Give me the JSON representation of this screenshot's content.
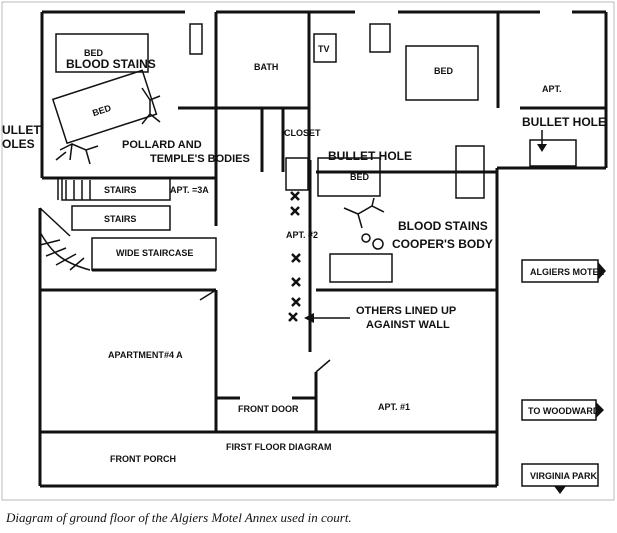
{
  "rooms": {
    "bed_top_left": "BED",
    "bed_tilted": "BED",
    "bath": "BATH",
    "tv": "TV",
    "bed_top_right": "BED",
    "apt_top_right": "APT.",
    "closet": "CLOSET",
    "bed_apt2": "BED",
    "apt3a": "APT. =3A",
    "apt2": "APT. #2",
    "apartment_4a_word": "APARTMENT",
    "apartment_4a_num": "#4 A",
    "apt1": "APT. #1",
    "front_porch": "FRONT PORCH"
  },
  "stairs": {
    "stairs_upper": "STAIRS",
    "stairs_lower": "STAIRS",
    "wide_staircase": "WIDE STAIRCASE"
  },
  "annotations": {
    "blood_stains_top": "BLOOD STAINS",
    "bullet_holes_left_1": "ULLET",
    "bullet_holes_left_2": "OLES",
    "pollard_1": "POLLARD AND",
    "pollard_2": "TEMPLE'S BODIES",
    "bullet_hole_apt2": "BULLET HOLE",
    "bullet_hole_right": "BULLET HOLE",
    "blood_stains_apt2": "BLOOD STAINS",
    "coopers_body": "COOPER'S BODY",
    "others_1": "OTHERS LINED UP",
    "others_2": "AGAINST WALL",
    "front_door": "FRONT DOOR",
    "diagram_title": "FIRST FLOOR DIAGRAM"
  },
  "signs": {
    "algiers_motel": "ALGIERS MOTEL",
    "to_woodward": "TO WOODWARD",
    "virginia_park": "VIRGINIA PARK"
  },
  "caption": "Diagram of ground floor of the Algiers Motel Annex used in court."
}
